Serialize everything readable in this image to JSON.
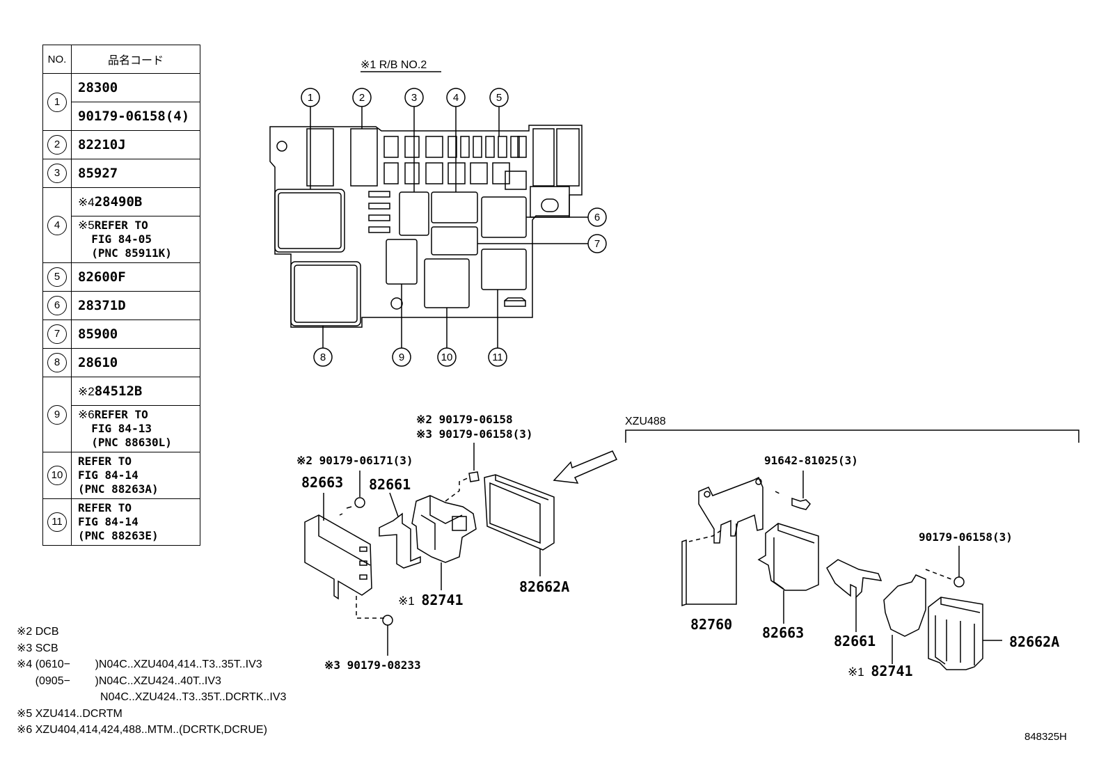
{
  "table": {
    "header_no": "NO.",
    "header_code": "品名コード",
    "rows": [
      {
        "no": "1",
        "lines": [
          {
            "mark": "",
            "text": "28300"
          },
          {
            "mark": "",
            "text": "90179-06158(4)"
          }
        ]
      },
      {
        "no": "2",
        "lines": [
          {
            "mark": "",
            "text": "82210J"
          }
        ]
      },
      {
        "no": "3",
        "lines": [
          {
            "mark": "",
            "text": "85927"
          }
        ]
      },
      {
        "no": "4",
        "lines": [
          {
            "mark": "※4",
            "text": "28490B"
          },
          {
            "mark": "※5",
            "text": "REFER TO\n  FIG 84-05\n  (PNC 85911K)"
          }
        ]
      },
      {
        "no": "5",
        "lines": [
          {
            "mark": "",
            "text": "82600F"
          }
        ]
      },
      {
        "no": "6",
        "lines": [
          {
            "mark": "",
            "text": "28371D"
          }
        ]
      },
      {
        "no": "7",
        "lines": [
          {
            "mark": "",
            "text": "85900"
          }
        ]
      },
      {
        "no": "8",
        "lines": [
          {
            "mark": "",
            "text": "28610"
          }
        ]
      },
      {
        "no": "9",
        "lines": [
          {
            "mark": "※2",
            "text": "84512B"
          },
          {
            "mark": "※6",
            "text": "REFER TO\n  FIG 84-13\n  (PNC 88630L)"
          }
        ]
      },
      {
        "no": "10",
        "lines": [
          {
            "mark": "",
            "text": "REFER TO\nFIG 84-14\n(PNC 88263A)"
          }
        ]
      },
      {
        "no": "11",
        "lines": [
          {
            "mark": "",
            "text": "REFER TO\nFIG 84-14\n(PNC 88263E)"
          }
        ]
      }
    ]
  },
  "relay_box": {
    "title": "※1 R/B NO.2",
    "callouts": [
      "1",
      "2",
      "3",
      "4",
      "5",
      "6",
      "7",
      "8",
      "9",
      "10",
      "11"
    ]
  },
  "labels": {
    "l_s2_90179_06158": "※2 90179-06158",
    "l_s3_90179_06158_3": "※3 90179-06158(3)",
    "l_s2_90179_06171_3": "※2 90179-06171(3)",
    "l_82663_a": "82663",
    "l_82661_a": "82661",
    "l_82741_a_mark": "※1",
    "l_82741_a": "82741",
    "l_82662A_a": "82662A",
    "l_s3_90179_08233": "※3 90179-08233",
    "l_xzu488": "XZU488",
    "l_91642": "91642-81025(3)",
    "l_90179_06158_3": "90179-06158(3)",
    "l_82760": "82760",
    "l_82663_b": "82663",
    "l_82661_b": "82661",
    "l_82741_b_mark": "※1",
    "l_82741_b": "82741",
    "l_82662A_b": "82662A",
    "diagram_id": "848325H"
  },
  "footnotes": [
    "※2 DCB",
    "※3 SCB",
    "※4 (0610−        )N04C..XZU404,414..T3..35T..IV3",
    "      (0905−        )N04C..XZU424..40T..IV3",
    "                           N04C..XZU424..T3..35T..DCRTK..IV3",
    "※5 XZU414..DCRTM",
    "※6 XZU404,414,424,488..MTM..(DCRTK,DCRUE)"
  ]
}
